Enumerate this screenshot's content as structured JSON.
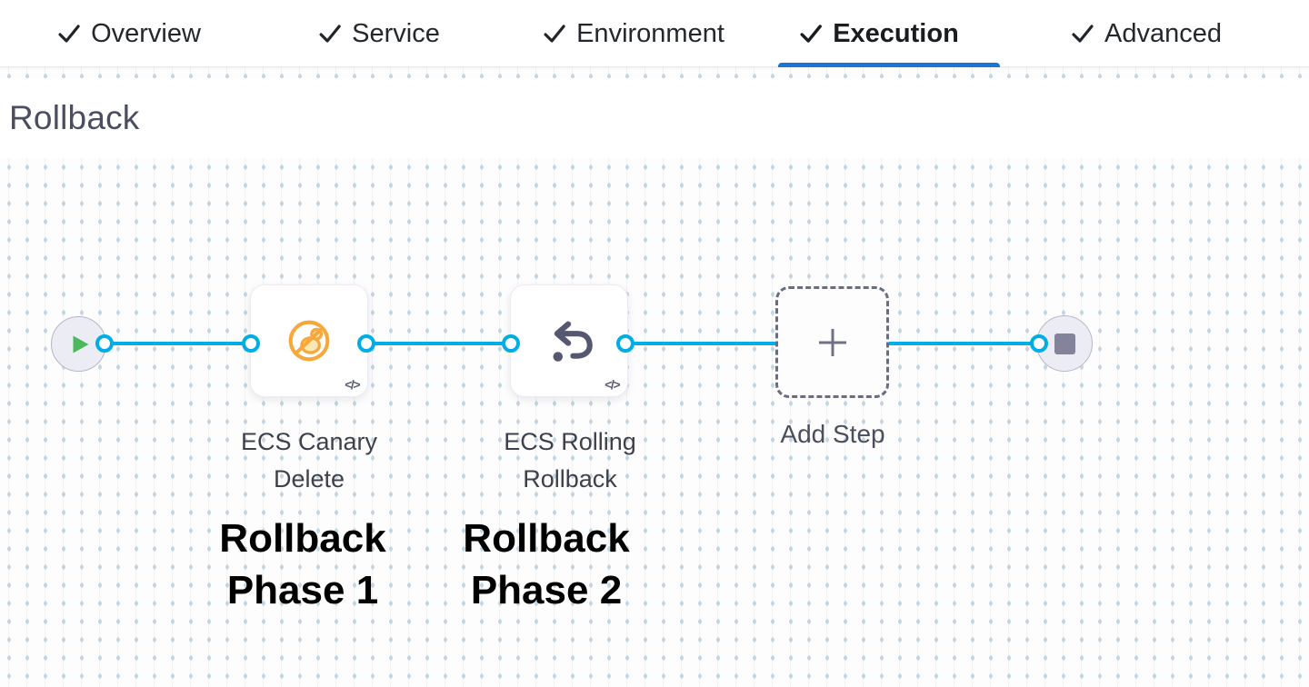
{
  "tabs": {
    "items": [
      {
        "label": "Overview",
        "checked": true,
        "active": false
      },
      {
        "label": "Service",
        "checked": true,
        "active": false
      },
      {
        "label": "Environment",
        "checked": true,
        "active": false
      },
      {
        "label": "Execution",
        "checked": true,
        "active": true
      },
      {
        "label": "Advanced",
        "checked": true,
        "active": false
      }
    ]
  },
  "heading": {
    "title": "Rollback"
  },
  "pipeline": {
    "start_node": "play",
    "end_node": "stop",
    "steps": [
      {
        "name": "ECS Canary Delete",
        "icon": "canary-delete-icon"
      },
      {
        "name": "ECS Rolling Rollback",
        "icon": "rollback-arrow-icon"
      }
    ],
    "add_step_label": "Add Step"
  },
  "annotations": {
    "phase1": "Rollback Phase 1",
    "phase2": "Rollback Phase 2"
  },
  "icons": {
    "code_glyph": "</>"
  },
  "colors": {
    "connector_blue": "#00ade4",
    "active_tab_underline": "#1a76d2",
    "canary_orange": "#f7a73c",
    "icon_slate": "#565871",
    "play_green": "#4cb85c",
    "stop_gray": "#83849c"
  }
}
